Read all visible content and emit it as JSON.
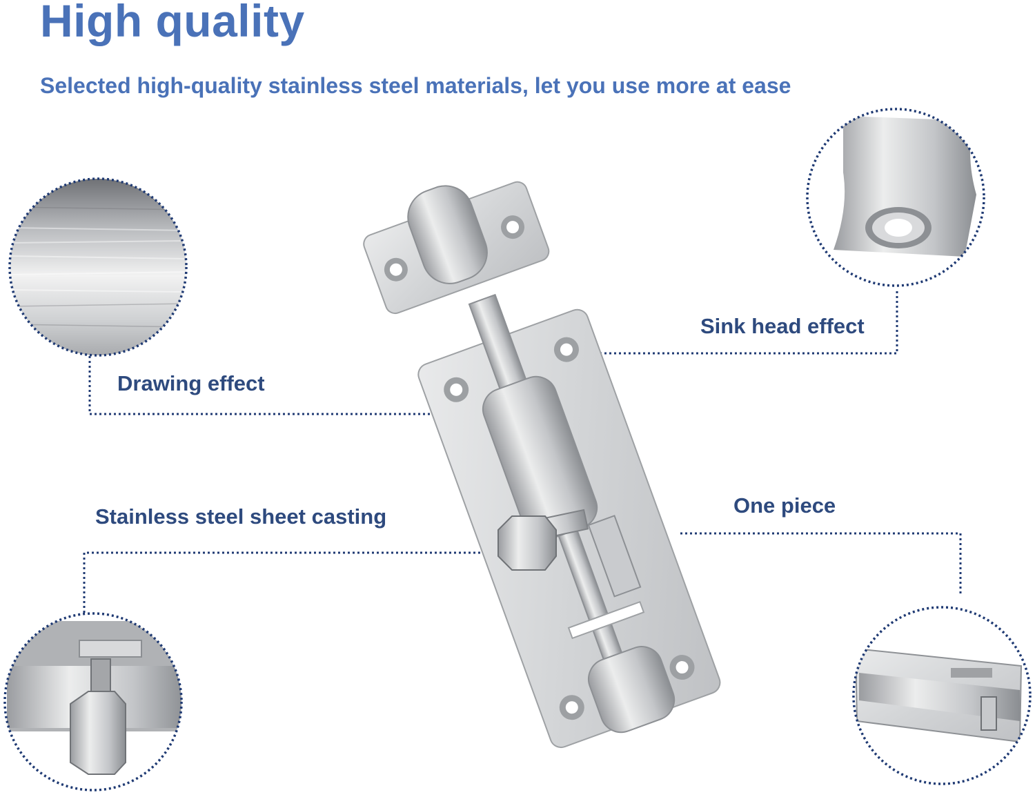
{
  "header": {
    "title": "High quality",
    "subtitle": "Selected high-quality stainless steel materials, let you use more at ease"
  },
  "callouts": {
    "drawing": "Drawing effect",
    "sink_head": "Sink head effect",
    "sheet_casting": "Stainless steel sheet casting",
    "one_piece": "One piece"
  },
  "colors": {
    "title": "#4a72b8",
    "callout_text": "#2e4a7e",
    "dotted_line": "#1f3a73",
    "steel_light": "#e6e7e9",
    "steel_mid": "#b8babd",
    "steel_dark": "#7d8084"
  }
}
